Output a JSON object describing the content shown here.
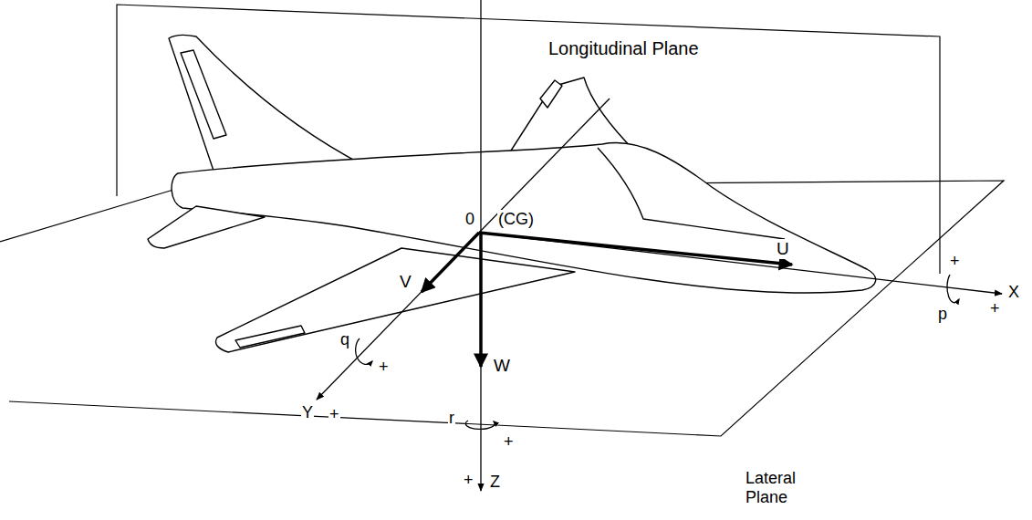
{
  "diagram": {
    "labels": [
      "Longitudinal Plane",
      "0",
      "(CG)",
      "U",
      "+",
      "X",
      "+",
      "p",
      "V",
      "q",
      "+",
      "Y",
      "+",
      "W",
      "r",
      "+",
      "+",
      "Z",
      "Lateral Plane"
    ]
  }
}
